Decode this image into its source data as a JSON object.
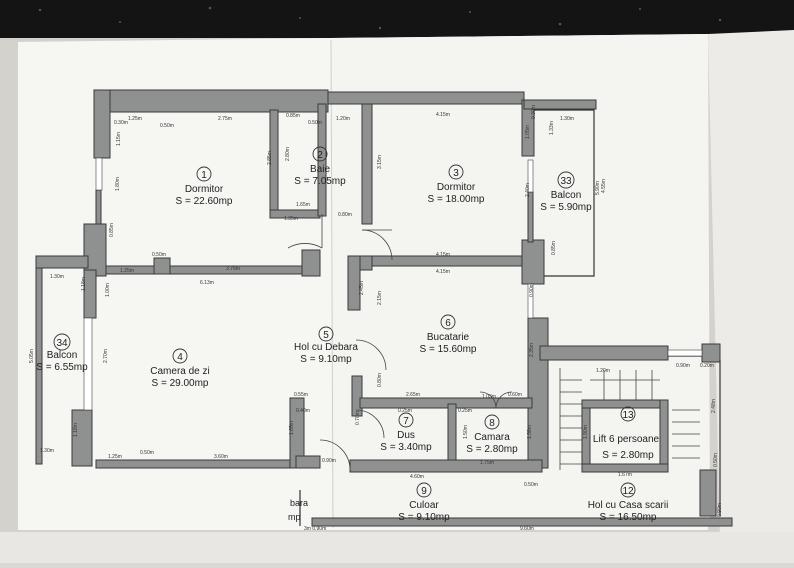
{
  "colors": {
    "wall": "#8f9090",
    "paper": "#f7f7f4",
    "background_top": "#141414",
    "ink": "#222222"
  },
  "rooms": [
    {
      "num": "1",
      "name": "Dormitor",
      "area": "S = 22.60mp"
    },
    {
      "num": "2",
      "name": "Baie",
      "area": "S = 7.05mp"
    },
    {
      "num": "3",
      "name": "Dormitor",
      "area": "S = 18.00mp"
    },
    {
      "num": "33",
      "name": "Balcon",
      "area": "S = 5.90mp"
    },
    {
      "num": "34",
      "name": "Balcon",
      "area": "S = 6.55mp"
    },
    {
      "num": "4",
      "name": "Camera de zi",
      "area": "S = 29.00mp"
    },
    {
      "num": "5",
      "name": "Hol cu Debara",
      "area": "S = 9.10mp"
    },
    {
      "num": "6",
      "name": "Bucatarie",
      "area": "S = 15.60mp"
    },
    {
      "num": "7",
      "name": "Dus",
      "area": "S = 3.40mp"
    },
    {
      "num": "8",
      "name": "Camara",
      "area": "S = 2.80mp"
    },
    {
      "num": "13",
      "name": "Lift 6 persoane",
      "area": "S = 2.80mp"
    },
    {
      "num": "9",
      "name": "Culoar",
      "area": "S = 9.10mp"
    },
    {
      "num": "12",
      "name": "Hol cu Casa scarii",
      "area": "S = 16.50mp"
    }
  ],
  "dimensions": [
    "1.25m",
    "0.50m",
    "2.75m",
    "0.85m",
    "0.50m",
    "1.20m",
    "4.15m",
    "1.30m",
    "1.15m",
    "0.30m",
    "2.85m",
    "2.80m",
    "1.65m",
    "1.35m",
    "0.80m",
    "3.15m",
    "1.80m",
    "0.85m",
    "0.50m",
    "1.25m",
    "3.76m",
    "6.13m",
    "4.15m",
    "4.15m",
    "1.30m",
    "1.18m",
    "1.00m",
    "2.45m",
    "2.15m",
    "0.90m",
    "0.80m",
    "2.70m",
    "5.05m",
    "2.35m",
    "2.65m",
    "0.60m",
    "0.25m",
    "0.25m",
    "1.03m",
    "0.55m",
    "0.40m",
    "1.65m",
    "1.50m",
    "1.38m",
    "1.75m",
    "4.60m",
    "0.90m",
    "0.50m",
    "3.60m",
    "0.50m",
    "1.25m",
    "1.30m",
    "1.18m",
    "0.70m",
    "0.90m",
    "0.20m",
    "1.67m",
    "0.50m",
    "9.60m",
    "0.30m",
    "0.90m",
    "5.90m",
    "1.33m",
    "1.05m",
    "2.40m",
    "4.55m",
    "0.85m",
    "1.90m",
    "2.48m",
    "1.20m"
  ],
  "fragments": [
    "bara",
    "mp",
    "3m 0.90m"
  ]
}
